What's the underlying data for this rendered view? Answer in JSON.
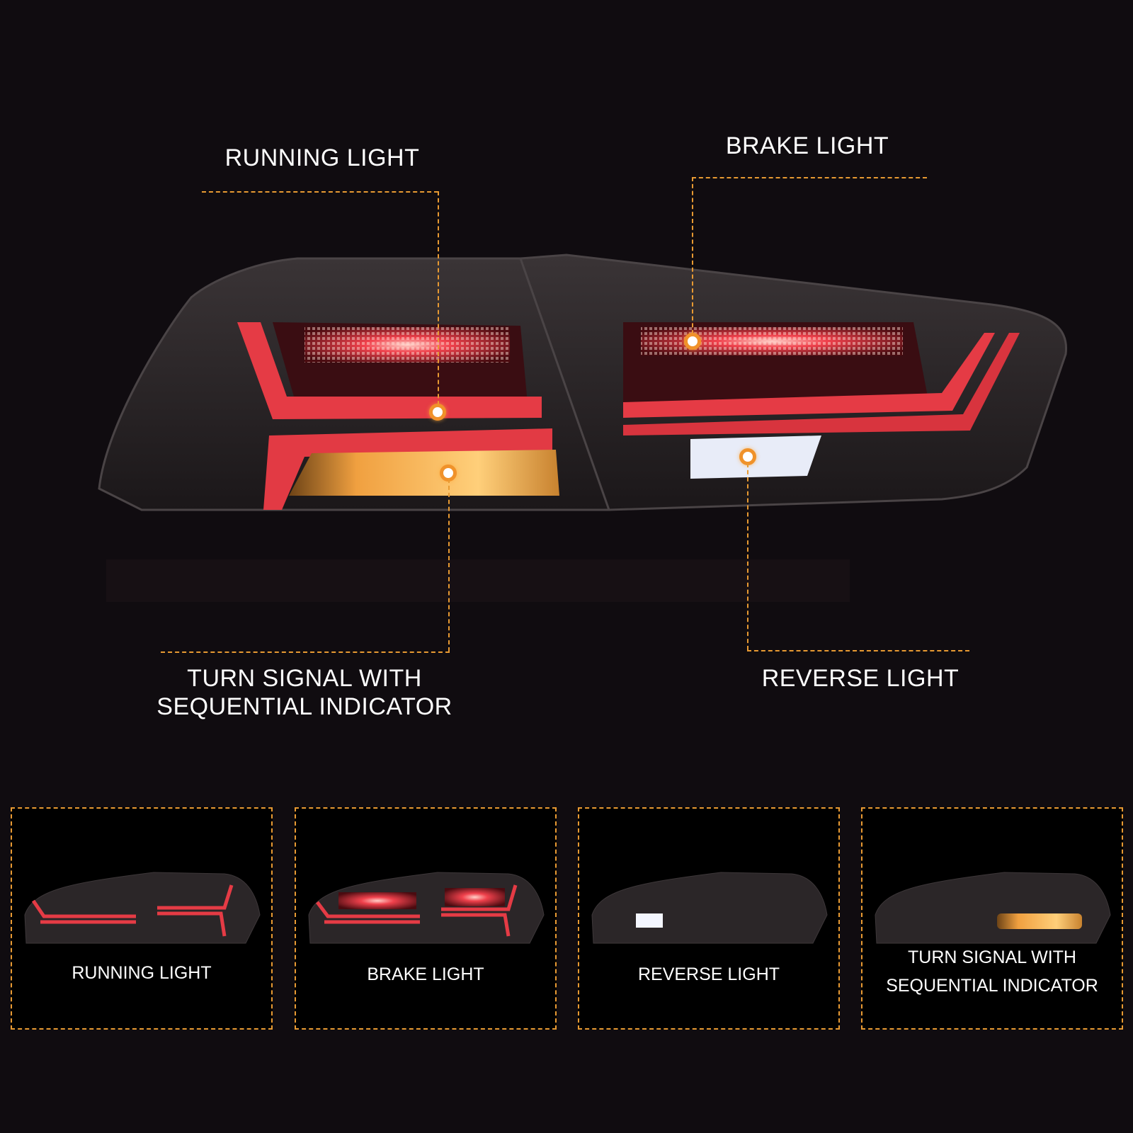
{
  "colors": {
    "background": "#100c10",
    "accent_dash": "#e89a32",
    "running_red": "#e53b45",
    "turn_amber": "#ffb347",
    "reverse_white": "#f4f6ff"
  },
  "callouts": {
    "running_light": "RUNNING LIGHT",
    "brake_light": "BRAKE LIGHT",
    "turn_signal_line1": "TURN SIGNAL WITH",
    "turn_signal_line2": "SEQUENTIAL INDICATOR",
    "reverse_light": "REVERSE LIGHT"
  },
  "panels": [
    {
      "label": "RUNNING LIGHT"
    },
    {
      "label": "BRAKE LIGHT"
    },
    {
      "label": "REVERSE LIGHT"
    },
    {
      "label_line1": "TURN SIGNAL WITH",
      "label_line2": "SEQUENTIAL INDICATOR"
    }
  ],
  "icons": {
    "callout_marker": "orange-ring-dot"
  }
}
